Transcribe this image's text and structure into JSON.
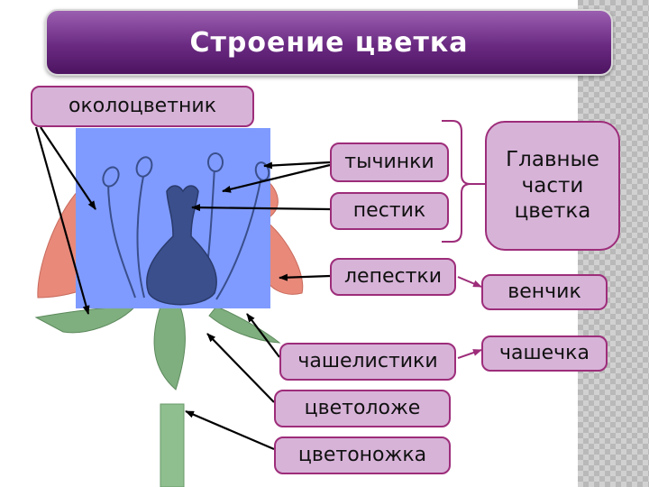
{
  "title": "Строение цветка",
  "labels": {
    "perianth": "околоцветник",
    "stamens": "тычинки",
    "pistil": "пестик",
    "petals": "лепестки",
    "sepals": "чашелистики",
    "receptacle": "цветоложе",
    "pedicel": "цветоножка",
    "main_parts": "Главные части цветка",
    "corolla": "венчик",
    "calyx": "чашечка"
  },
  "colors": {
    "title_bg": "#6a2a82",
    "label_fill": "#d7b3d8",
    "label_border": "#9d2d7a",
    "highlight": "#7f9bff",
    "petal": "#e8897a",
    "sepal": "#7fae7f",
    "pistil": "#3a4f8c"
  }
}
